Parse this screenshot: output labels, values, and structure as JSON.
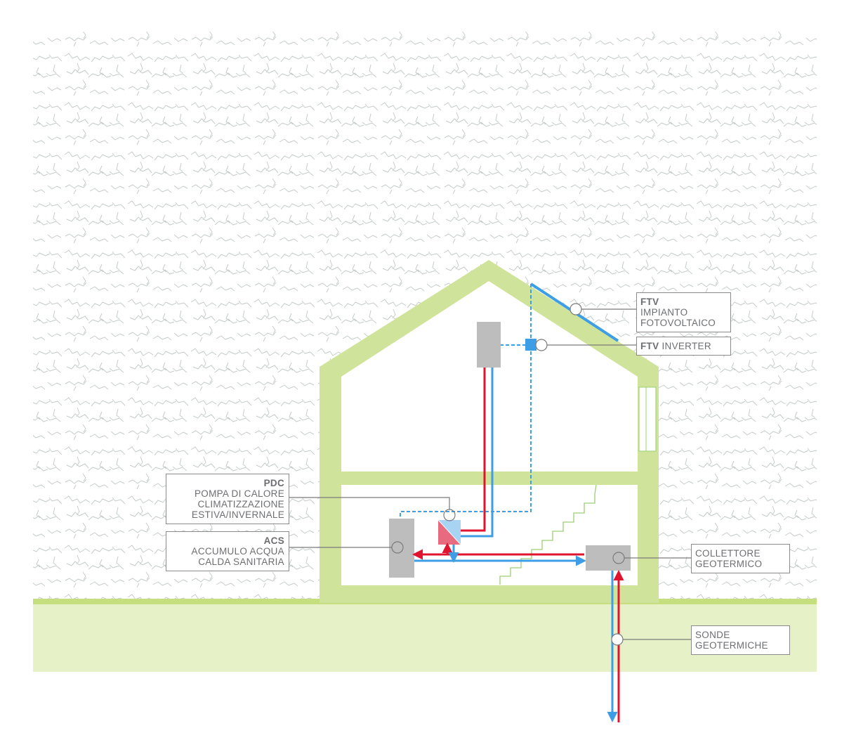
{
  "colors": {
    "house_green": "#cfe39a",
    "ground_green": "#e6f1c8",
    "grass_line": "#c5df7e",
    "hot_pipe": "#e0142e",
    "cold_pipe": "#3d9ee6",
    "component_gray": "#bdbdbd",
    "texture": "#c5ccc8",
    "label_border": "#8a8a8a",
    "label_text": "#6d6e71",
    "stair_green": "#9ccf73",
    "pdc_pink": "#e86a7e",
    "pdc_blue": "#a9d3f2"
  },
  "labels": {
    "ftv_impianto": {
      "title": "FTV",
      "lines": [
        "IMPIANTO",
        "FOTOVOLTAICO"
      ]
    },
    "ftv_inverter": {
      "title": "FTV",
      "text": "INVERTER"
    },
    "pdc": {
      "title": "PDC",
      "lines": [
        "POMPA DI CALORE",
        "CLIMATIZZAZIONE",
        "ESTIVA/INVERNALE"
      ]
    },
    "acs": {
      "title": "ACS",
      "lines": [
        "ACCUMULO ACQUA",
        "CALDA SANITARIA"
      ]
    },
    "collettore": {
      "lines": [
        "COLLETTORE",
        "GEOTERMICO"
      ]
    },
    "sonde": {
      "lines": [
        "SONDE",
        "GEOTERMICHE"
      ]
    }
  },
  "icons": {
    "inverter": "inverter-icon",
    "heat_pump": "heat-pump-icon",
    "solar_panel": "solar-panel-icon"
  }
}
